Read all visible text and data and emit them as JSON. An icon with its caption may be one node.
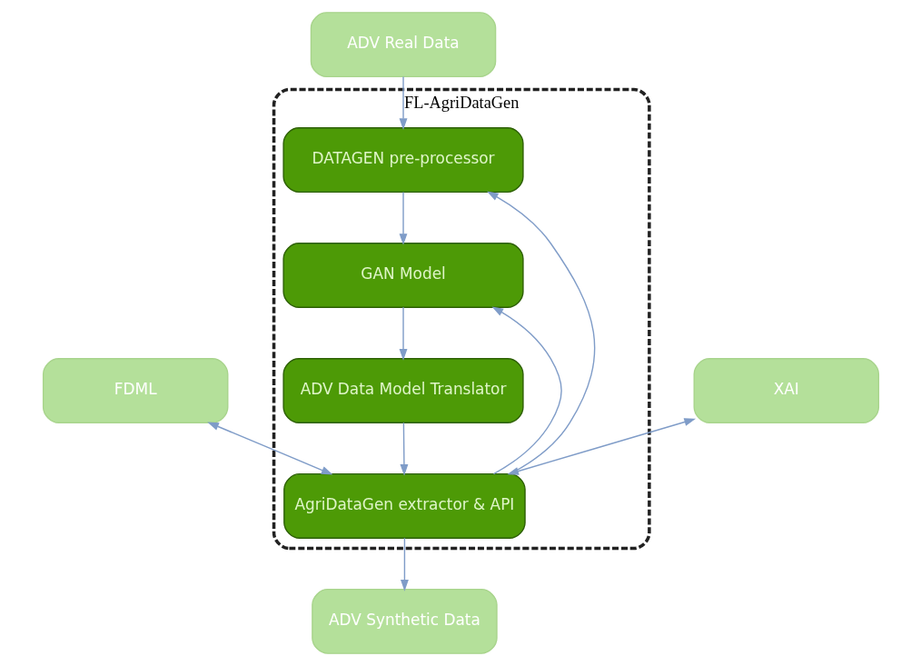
{
  "diagram": {
    "nodes": [
      {
        "text": [
          "FL-AgriDataGen"
        ]
      },
      {
        "text": [
          "ADV Real Data"
        ]
      },
      {
        "text": [
          "DATAGEN pre-processor"
        ],
        "in": 0
      },
      {
        "text": [
          "GAN Model"
        ],
        "in": 0
      },
      {
        "text": [
          "ADV Data Model Translator"
        ],
        "in": 0
      },
      {
        "text": [
          "AgriDataGen extractor & API"
        ],
        "in": 0
      },
      {
        "text": [
          "ADV Synthetic Data"
        ]
      },
      {
        "text": [
          "FDML"
        ]
      },
      {
        "text": [
          "XAI"
        ]
      }
    ],
    "edges": [
      {
        "from": 1,
        "to": 2,
        "arrow": "to"
      },
      {
        "from": 2,
        "to": 3,
        "arrow": "to"
      },
      {
        "from": 3,
        "to": 4,
        "arrow": "to"
      },
      {
        "from": 4,
        "to": 5,
        "arrow": "to"
      },
      {
        "from": 5,
        "to": 2,
        "arrow": "to"
      },
      {
        "from": 5,
        "to": 3,
        "arrow": "to"
      },
      {
        "from": 5,
        "to": 6,
        "arrow": "to"
      },
      {
        "from": 7,
        "to": 5,
        "arrow": "both"
      },
      {
        "from": 8,
        "to": 5,
        "arrow": "both"
      }
    ]
  }
}
